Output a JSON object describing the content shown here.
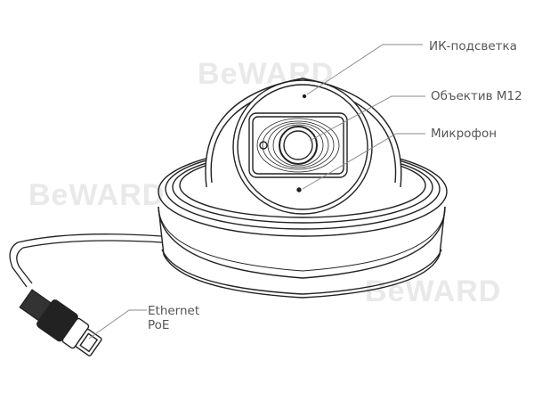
{
  "watermarks": [
    "BeWARD",
    "BeWARD",
    "BeWARD"
  ],
  "callouts": [
    {
      "id": "ir",
      "label": "ИК-подсветка"
    },
    {
      "id": "lens",
      "label": "Объектив M12"
    },
    {
      "id": "mic",
      "label": "Микрофон"
    },
    {
      "id": "ethernet",
      "label_line1": "Ethernet",
      "label_line2": "PoE"
    }
  ],
  "colors": {
    "stroke": "#222222",
    "leader": "#888888",
    "label": "#555555",
    "watermark": "#e9e9e9"
  }
}
